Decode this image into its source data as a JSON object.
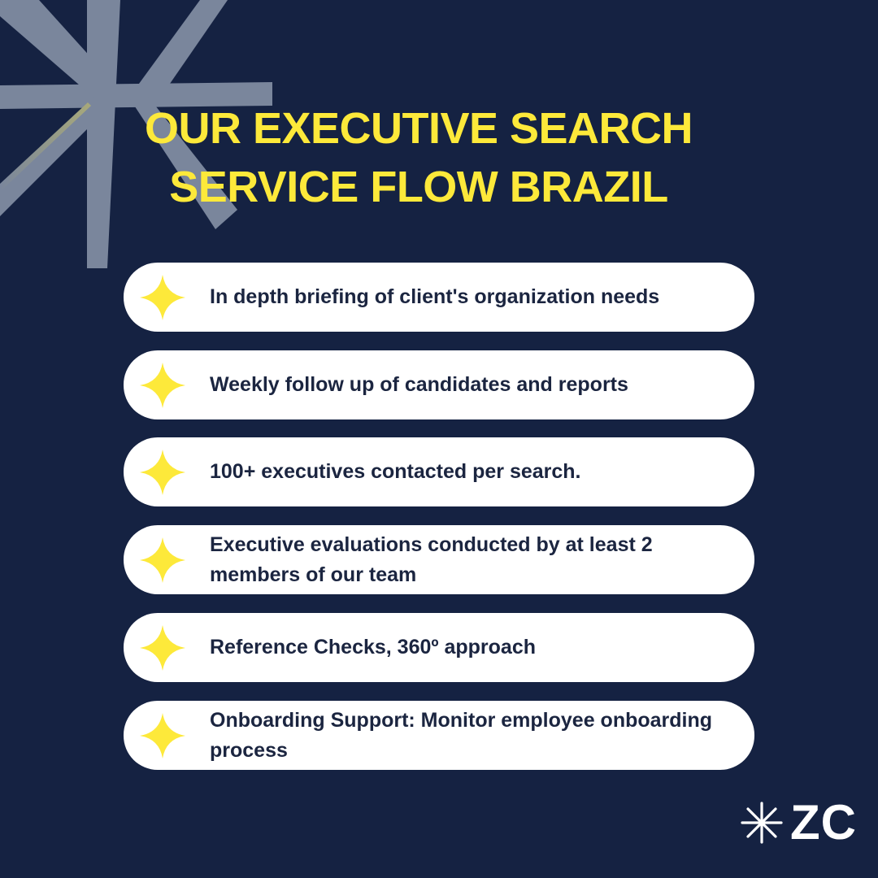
{
  "title": {
    "line1": "OUR EXECUTIVE SEARCH",
    "line2": "SERVICE FLOW BRAZIL"
  },
  "items": [
    {
      "icon": "sparkle-icon",
      "text": "In depth briefing of client's organization needs"
    },
    {
      "icon": "sparkle-icon",
      "text": "Weekly follow up of candidates and reports"
    },
    {
      "icon": "sparkle-icon",
      "text": "100+ executives contacted per search."
    },
    {
      "icon": "sparkle-icon",
      "text": "Executive evaluations conducted by at least 2 members of our team"
    },
    {
      "icon": "sparkle-icon",
      "text": "Reference Checks, 360º approach"
    },
    {
      "icon": "sparkle-icon",
      "text": "Onboarding Support: Monitor employee onboarding process"
    }
  ],
  "logo": {
    "text": "ZC",
    "icon": "asterisk-logo-icon"
  },
  "colors": {
    "background": "#152242",
    "accent": "#fde93a",
    "card": "#ffffff",
    "card_text": "#1b2540",
    "decor": "#7a869c"
  }
}
